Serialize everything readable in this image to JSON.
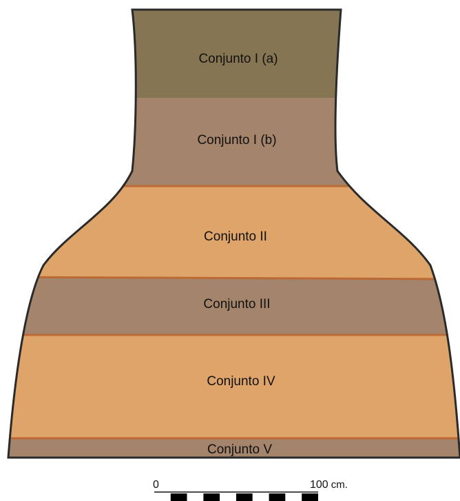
{
  "layers": [
    {
      "label": "Conjunto I (a)",
      "fill": "#857553"
    },
    {
      "label": "Conjunto I (b)",
      "fill": "#A4846A"
    },
    {
      "label": "Conjunto II",
      "fill": "#DFA46A"
    },
    {
      "label": "Conjunto III",
      "fill": "#A4846A"
    },
    {
      "label": "Conjunto IV",
      "fill": "#DFA46A"
    },
    {
      "label": "Conjunto V",
      "fill": "#A4846A"
    }
  ],
  "boundary_color": "#BC6A35",
  "outline_color": "#2A2A2A",
  "scale_bar": {
    "start_label": "0",
    "end_label": "100",
    "unit": "cm.",
    "segments": 10,
    "dark_color": "#000000",
    "light_color": "#ffffff"
  }
}
